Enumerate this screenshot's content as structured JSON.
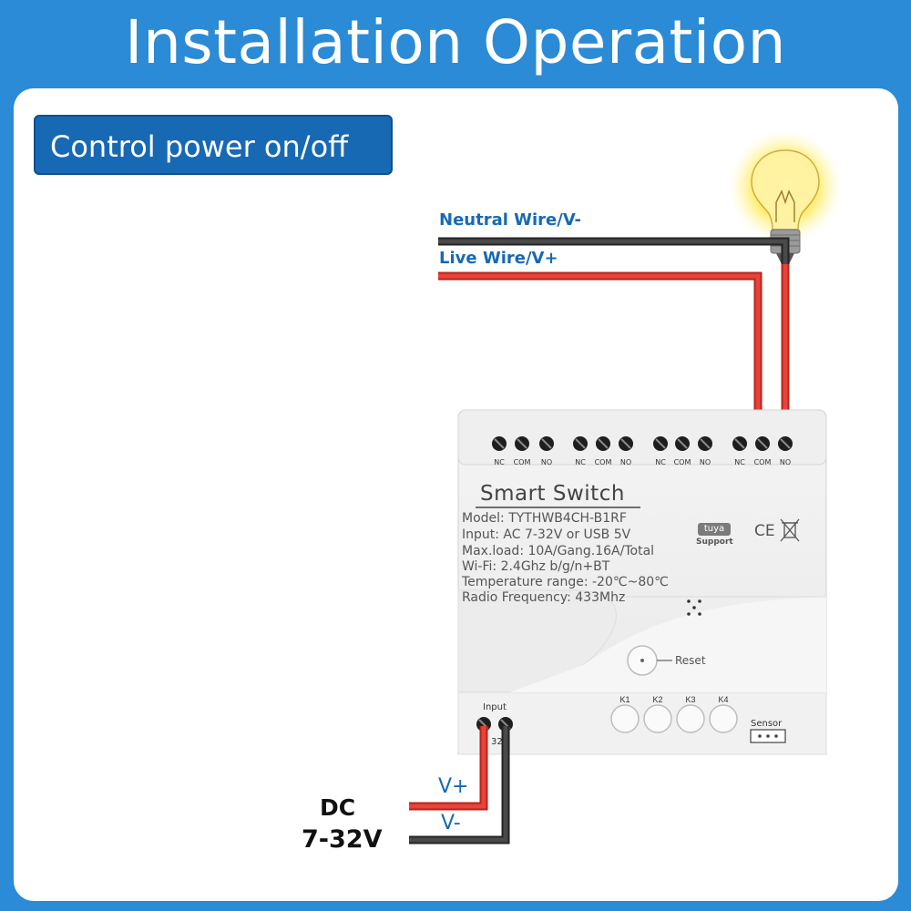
{
  "header": {
    "title": "Installation Operation"
  },
  "badge": {
    "label": "Control power on/off"
  },
  "wires": {
    "neutral": "Neutral Wire/V-",
    "live": "Live Wire/V+"
  },
  "device": {
    "name": "Smart  Switch",
    "specs": [
      "Model:  TYTHWB4CH-B1RF",
      "Input:    AC 7-32V or USB 5V",
      "Max.load:  10A/Gang.16A/Total",
      "Wi-Fi:  2.4Ghz b/g/n+BT",
      "Temperature range: -20℃~80℃",
      "Radio Frequency:  433Mhz"
    ],
    "terminals": [
      "NC",
      "COM",
      "NO",
      "NC",
      "COM",
      "NO",
      "NC",
      "COM",
      "NO",
      "NC",
      "COM",
      "NO"
    ],
    "tuya_logo": "tuya",
    "support": "Support",
    "cert": "CE",
    "reset": "Reset",
    "buttons": [
      "K1",
      "K2",
      "K3",
      "K4"
    ],
    "sensor": "Sensor",
    "input_label": "Input",
    "input_terminal": "32"
  },
  "dc": {
    "line1": "DC",
    "line2": "7-32V",
    "vplus": "V+",
    "vminus": "V-"
  },
  "colors": {
    "live": "#e0342a",
    "neutral": "#3a3a3a",
    "accent": "#1769b4",
    "background": "#2b8bd6"
  }
}
